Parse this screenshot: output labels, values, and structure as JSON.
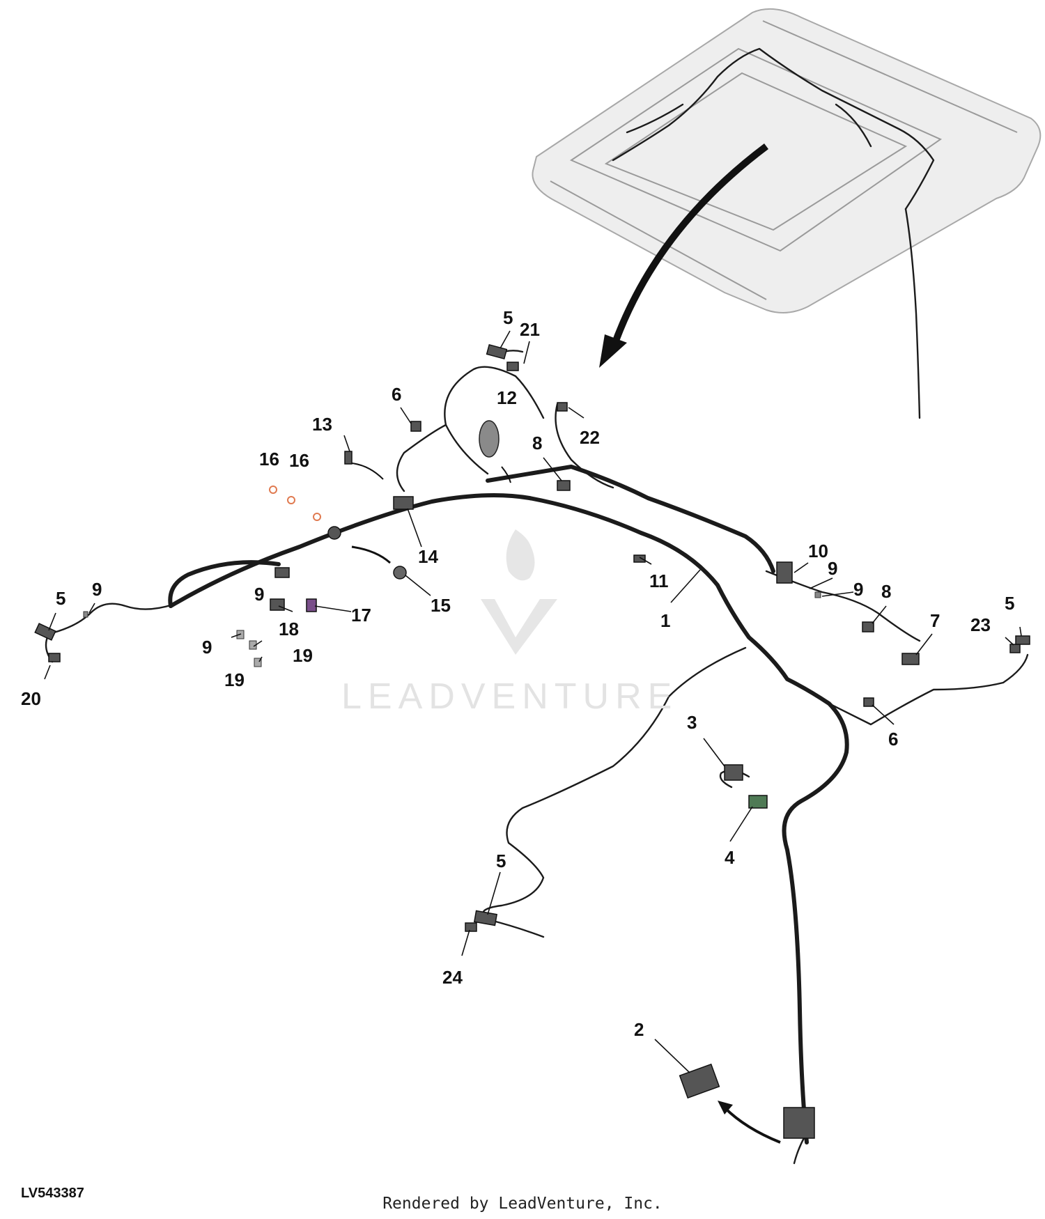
{
  "drawing_id": "LV543387",
  "footer": "Rendered by LeadVenture, Inc.",
  "watermark": "LEADVENTURE",
  "callouts": [
    {
      "id": "c1",
      "label": "1"
    },
    {
      "id": "c2",
      "label": "2"
    },
    {
      "id": "c3",
      "label": "3"
    },
    {
      "id": "c4",
      "label": "4"
    },
    {
      "id": "c5a",
      "label": "5"
    },
    {
      "id": "c5b",
      "label": "5"
    },
    {
      "id": "c5c",
      "label": "5"
    },
    {
      "id": "c5d",
      "label": "5"
    },
    {
      "id": "c6a",
      "label": "6"
    },
    {
      "id": "c6b",
      "label": "6"
    },
    {
      "id": "c7",
      "label": "7"
    },
    {
      "id": "c8a",
      "label": "8"
    },
    {
      "id": "c8b",
      "label": "8"
    },
    {
      "id": "c9a",
      "label": "9"
    },
    {
      "id": "c9b",
      "label": "9"
    },
    {
      "id": "c9c",
      "label": "9"
    },
    {
      "id": "c9d",
      "label": "9"
    },
    {
      "id": "c9e",
      "label": "9"
    },
    {
      "id": "c10",
      "label": "10"
    },
    {
      "id": "c11",
      "label": "11"
    },
    {
      "id": "c12",
      "label": "12"
    },
    {
      "id": "c13",
      "label": "13"
    },
    {
      "id": "c14",
      "label": "14"
    },
    {
      "id": "c15",
      "label": "15"
    },
    {
      "id": "c16a",
      "label": "16"
    },
    {
      "id": "c16b",
      "label": "16"
    },
    {
      "id": "c17",
      "label": "17"
    },
    {
      "id": "c18",
      "label": "18"
    },
    {
      "id": "c19a",
      "label": "19"
    },
    {
      "id": "c19b",
      "label": "19"
    },
    {
      "id": "c20",
      "label": "20"
    },
    {
      "id": "c21",
      "label": "21"
    },
    {
      "id": "c22",
      "label": "22"
    },
    {
      "id": "c23",
      "label": "23"
    },
    {
      "id": "c24",
      "label": "24"
    }
  ]
}
